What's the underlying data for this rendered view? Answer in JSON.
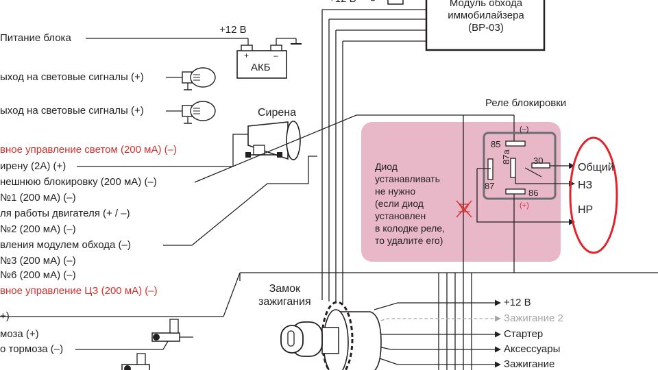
{
  "module": {
    "line1": "Модуль обхода",
    "line2": "иммобилайзера",
    "line3": "(BP-03)",
    "top_partial": "+12 В"
  },
  "power": {
    "label": "Питание блока",
    "voltage": "+12 В",
    "battery": "АКБ",
    "plus": "+",
    "minus": "–"
  },
  "left_wires": [
    {
      "text": "ыход на световые сигналы (+)",
      "color": "black"
    },
    {
      "text": "ыход на световые сигналы (+)",
      "color": "black"
    },
    {
      "text": "вное управление светом (200 мА) (–)",
      "color": "red"
    },
    {
      "text": "ирену (2А) (+)",
      "color": "black"
    },
    {
      "text": "нешнюю блокировку (200 мА) (–)",
      "color": "black"
    },
    {
      "text": "№1  (200 мА) (–)",
      "color": "black"
    },
    {
      "text": "ля работы двигателя (+ / –)",
      "color": "black"
    },
    {
      "text": "№2 (200 мА) (–)",
      "color": "black"
    },
    {
      "text": "вления модулем обхода (–)",
      "color": "black"
    },
    {
      "text": "№3 (200 мА) (–)",
      "color": "black"
    },
    {
      "text": "№6 (200 мА) (–)",
      "color": "black"
    },
    {
      "text": "вное управление ЦЗ (200 мА) (–)",
      "color": "red"
    },
    {
      "text": "+)",
      "color": "black"
    },
    {
      "text": "моза (+)",
      "color": "black"
    },
    {
      "text": "о тормоза (–)",
      "color": "black"
    }
  ],
  "siren": {
    "label": "Сирена"
  },
  "relay": {
    "title": "Реле блокировки",
    "pins": {
      "p85": "85",
      "p87a": "87a",
      "p30": "30",
      "p87": "87",
      "p86": "86"
    },
    "minus": "(–)",
    "plus": "(+)",
    "outputs": {
      "common": "Общий",
      "nc": "НЗ",
      "no": "НР"
    }
  },
  "diode_note": [
    "Диод",
    "устанавливать",
    "не нужно",
    "(если диод",
    "установлен",
    "в колодке реле,",
    "то удалите его)"
  ],
  "ignition": {
    "title_line1": "Замок",
    "title_line2": "зажигания",
    "outputs": [
      {
        "text": "+12 В",
        "color": "black"
      },
      {
        "text": "Зажигание 2",
        "color": "gray"
      },
      {
        "text": "Стартер",
        "color": "black"
      },
      {
        "text": "Аксессуары",
        "color": "black"
      },
      {
        "text": "Зажигание",
        "color": "black"
      }
    ]
  },
  "colors": {
    "line": "#231f20",
    "red_text": "#d3302c",
    "relay_zone": "#e8b8c8",
    "highlight_ellipse": "#e0242c",
    "gray": "#a6a6a6"
  }
}
